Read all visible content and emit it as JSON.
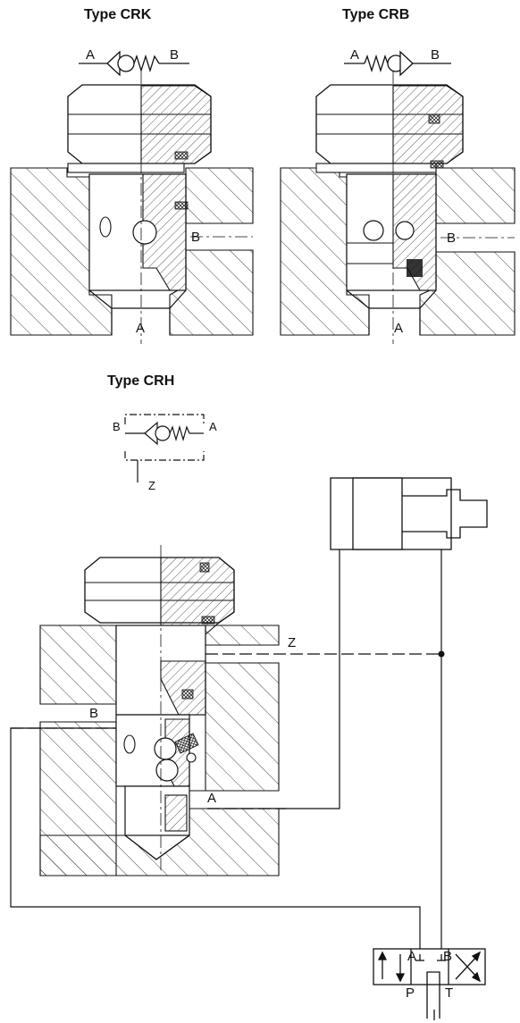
{
  "titles": {
    "crk": "Type CRK",
    "crb": "Type CRB",
    "crh": "Type CRH"
  },
  "ports": {
    "a": "A",
    "b": "B",
    "z": "Z",
    "p": "P",
    "t": "T"
  },
  "colors": {
    "line": "#111111",
    "hatch": "#333333",
    "background": "#ffffff"
  }
}
